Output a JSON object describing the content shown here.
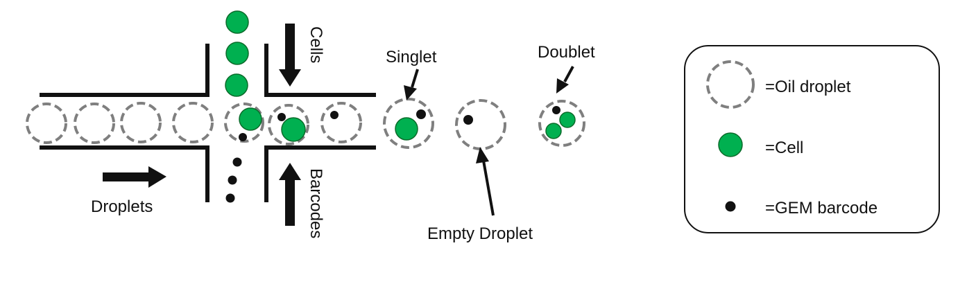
{
  "colors": {
    "cell": "#00b050",
    "droplet_outline": "#7f7f7f",
    "barcode": "#111111",
    "channel": "#111111"
  },
  "labels": {
    "cells": "Cells",
    "barcodes": "Barcodes",
    "droplets": "Droplets",
    "singlet": "Singlet",
    "doublet": "Doublet",
    "empty_droplet": "Empty Droplet"
  },
  "legend": {
    "oil_droplet": "=Oil droplet",
    "cell": "=Cell",
    "gem_barcode": "=GEM barcode"
  }
}
